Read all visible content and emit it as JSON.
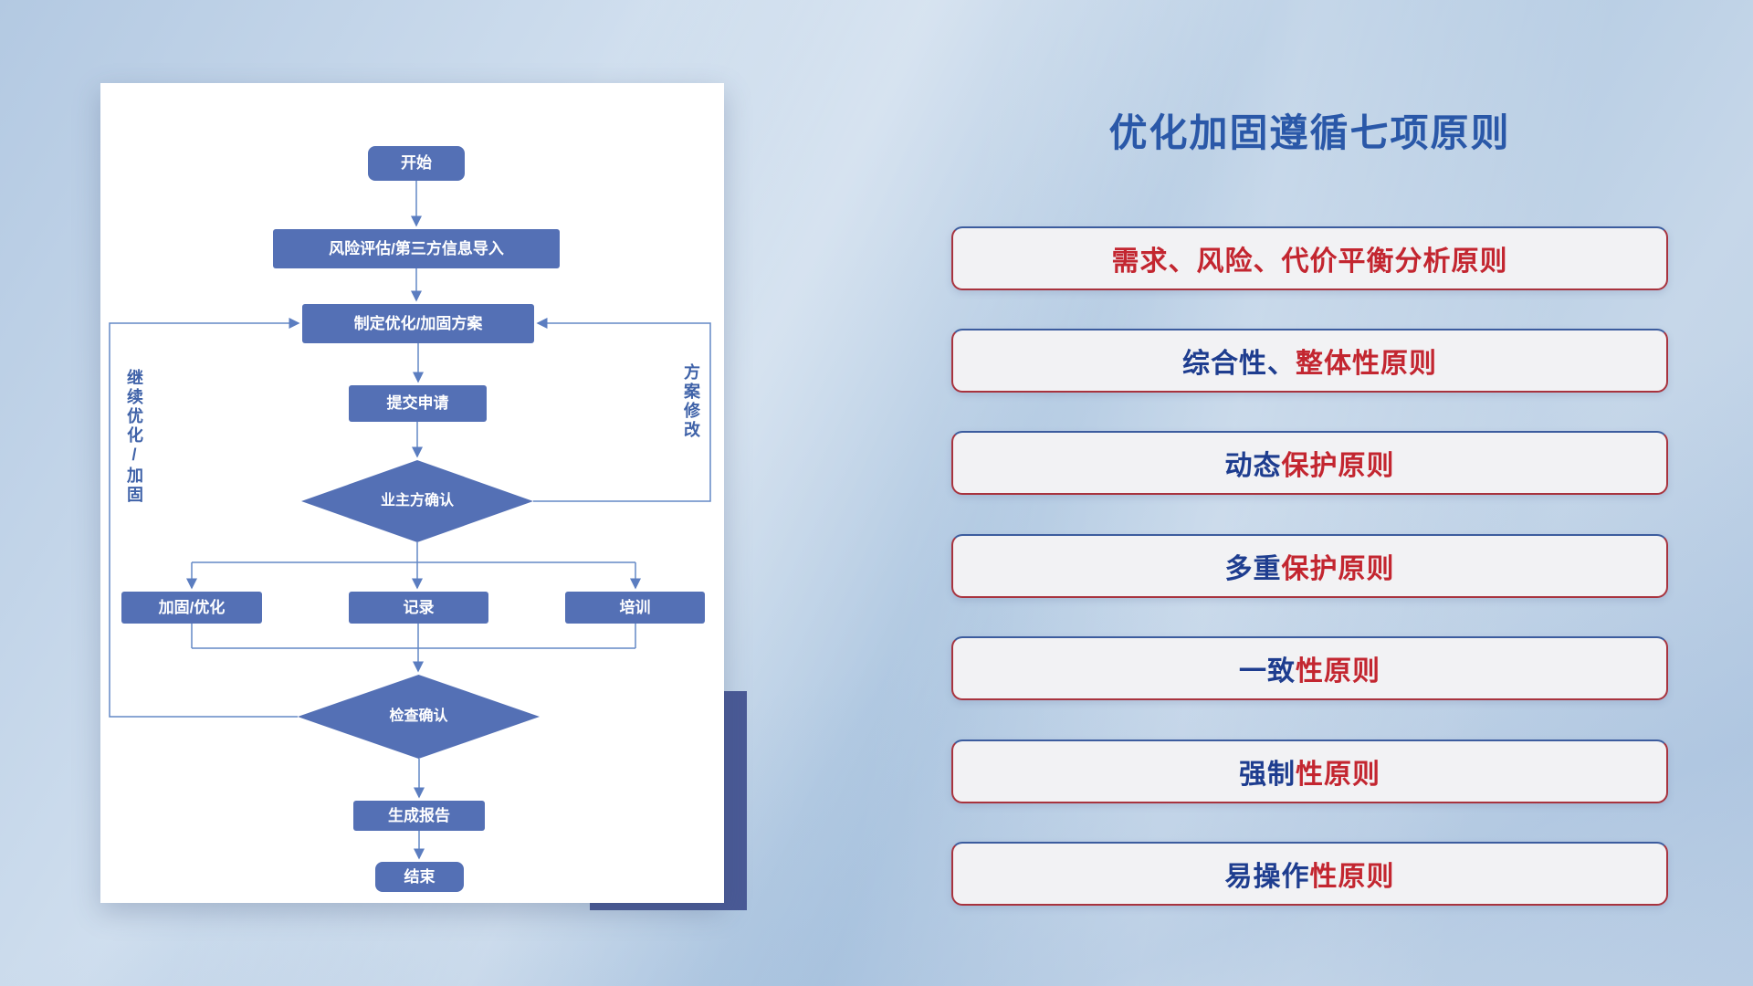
{
  "title": "优化加固遵循七项原则",
  "flowchart": {
    "nodes": {
      "start": "开始",
      "risk": "风险评估/第三方信息导入",
      "plan": "制定优化/加固方案",
      "submit": "提交申请",
      "owner_confirm": "业主方确认",
      "reinforce": "加固/优化",
      "record": "记录",
      "training": "培训",
      "check": "检查确认",
      "report": "生成报告",
      "end": "结束"
    },
    "edge_labels": {
      "left_loop": "继续优化/加固",
      "right_loop": "方案修改"
    }
  },
  "principles": [
    {
      "blue": "",
      "red": "需求、风险、代价平衡分析原则"
    },
    {
      "blue": "综合性、",
      "red": "整体性原则"
    },
    {
      "blue": "动态",
      "red": "保护原则"
    },
    {
      "blue": "多重",
      "red": "保护原则"
    },
    {
      "blue": "一致",
      "red": "性原则"
    },
    {
      "blue": "强制",
      "red": "性原则"
    },
    {
      "blue": "易操作",
      "red": "性原则"
    }
  ],
  "colors": {
    "title_blue": "#2a58a8",
    "flow_shape_blue": "#5470b5",
    "flow_line_blue": "#6388c6",
    "principle_blue": "#1e3d8f",
    "principle_red": "#c32630",
    "accent_navy": "#4a5a96",
    "background_blue": "#b6cbe3"
  }
}
